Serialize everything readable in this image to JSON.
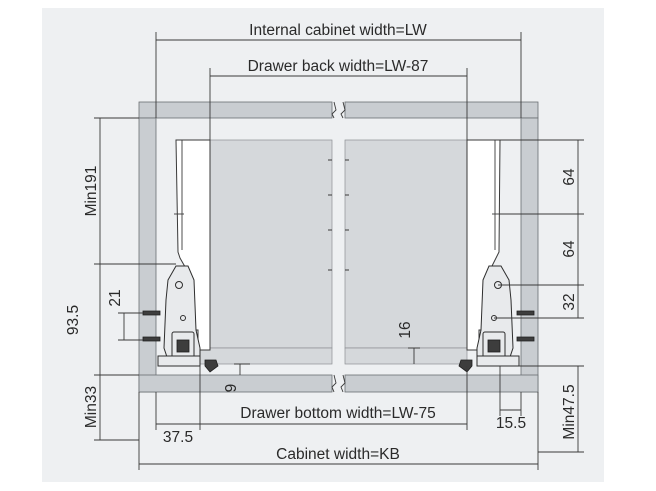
{
  "labels": {
    "internal_cabinet_width": "Internal cabinet width=LW",
    "drawer_back_width": "Drawer back width=LW-87",
    "drawer_bottom_width": "Drawer bottom width=LW-75",
    "cabinet_width": "Cabinet width=KB"
  },
  "dimensions": {
    "min191": "Min191",
    "d93_5": "93.5",
    "d21": "21",
    "min33": "Min33",
    "d37_5": "37.5",
    "d9": "9",
    "d16": "16",
    "d64_top": "64",
    "d64_mid": "64",
    "d32": "32",
    "min47_5": "Min47.5",
    "d15_5": "15.5"
  },
  "colors": {
    "panel_background": "#eef0f2",
    "cabinet_wall": "#c9cdd1",
    "drawer_panel": "#d5d8db",
    "line": "#3a3a3a"
  }
}
